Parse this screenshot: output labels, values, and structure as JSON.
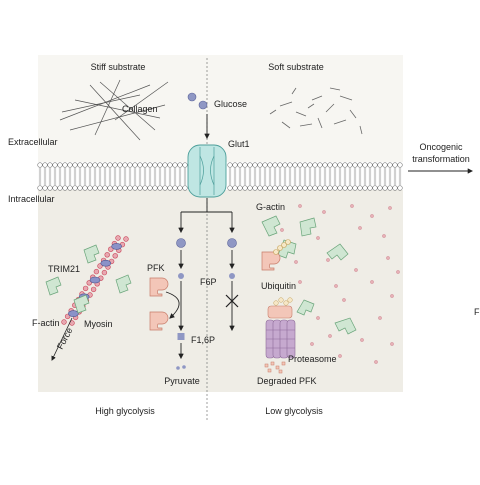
{
  "header": {
    "left_title": "Stiff substrate",
    "right_title": "Soft substrate"
  },
  "regions": {
    "extracellular": "Extracellular",
    "intracellular": "Intracellular"
  },
  "labels": {
    "collagen": "Collagen",
    "glucose": "Glucose",
    "glut1": "Glut1",
    "g_actin": "G-actin",
    "trim21": "TRIM21",
    "f_actin": "F-actin",
    "myosin": "Myosin",
    "force": "Force",
    "pfk": "PFK",
    "f6p": "F6P",
    "f16p": "F1,6P",
    "pyruvate": "Pyruvate",
    "ubiquitin": "Ubiquitin",
    "proteasome": "Proteasome",
    "degraded_pfk": "Degraded PFK",
    "oncogenic_line1": "Oncogenic",
    "oncogenic_line2": "transformation",
    "cut_letter": "F"
  },
  "footer": {
    "left": "High glycolysis",
    "right": "Low glycolysis"
  },
  "colors": {
    "cytoplasm": "#efede6",
    "ecm_bg": "#f7f6f2",
    "glut1": "#bfe6e3",
    "actin_green": "#cfe6d2",
    "pfk_pink": "#f3c6b8",
    "myosin_red": "#c9485b",
    "metabolite": "#8f97c4",
    "proteasome": "#c6a9cf"
  }
}
